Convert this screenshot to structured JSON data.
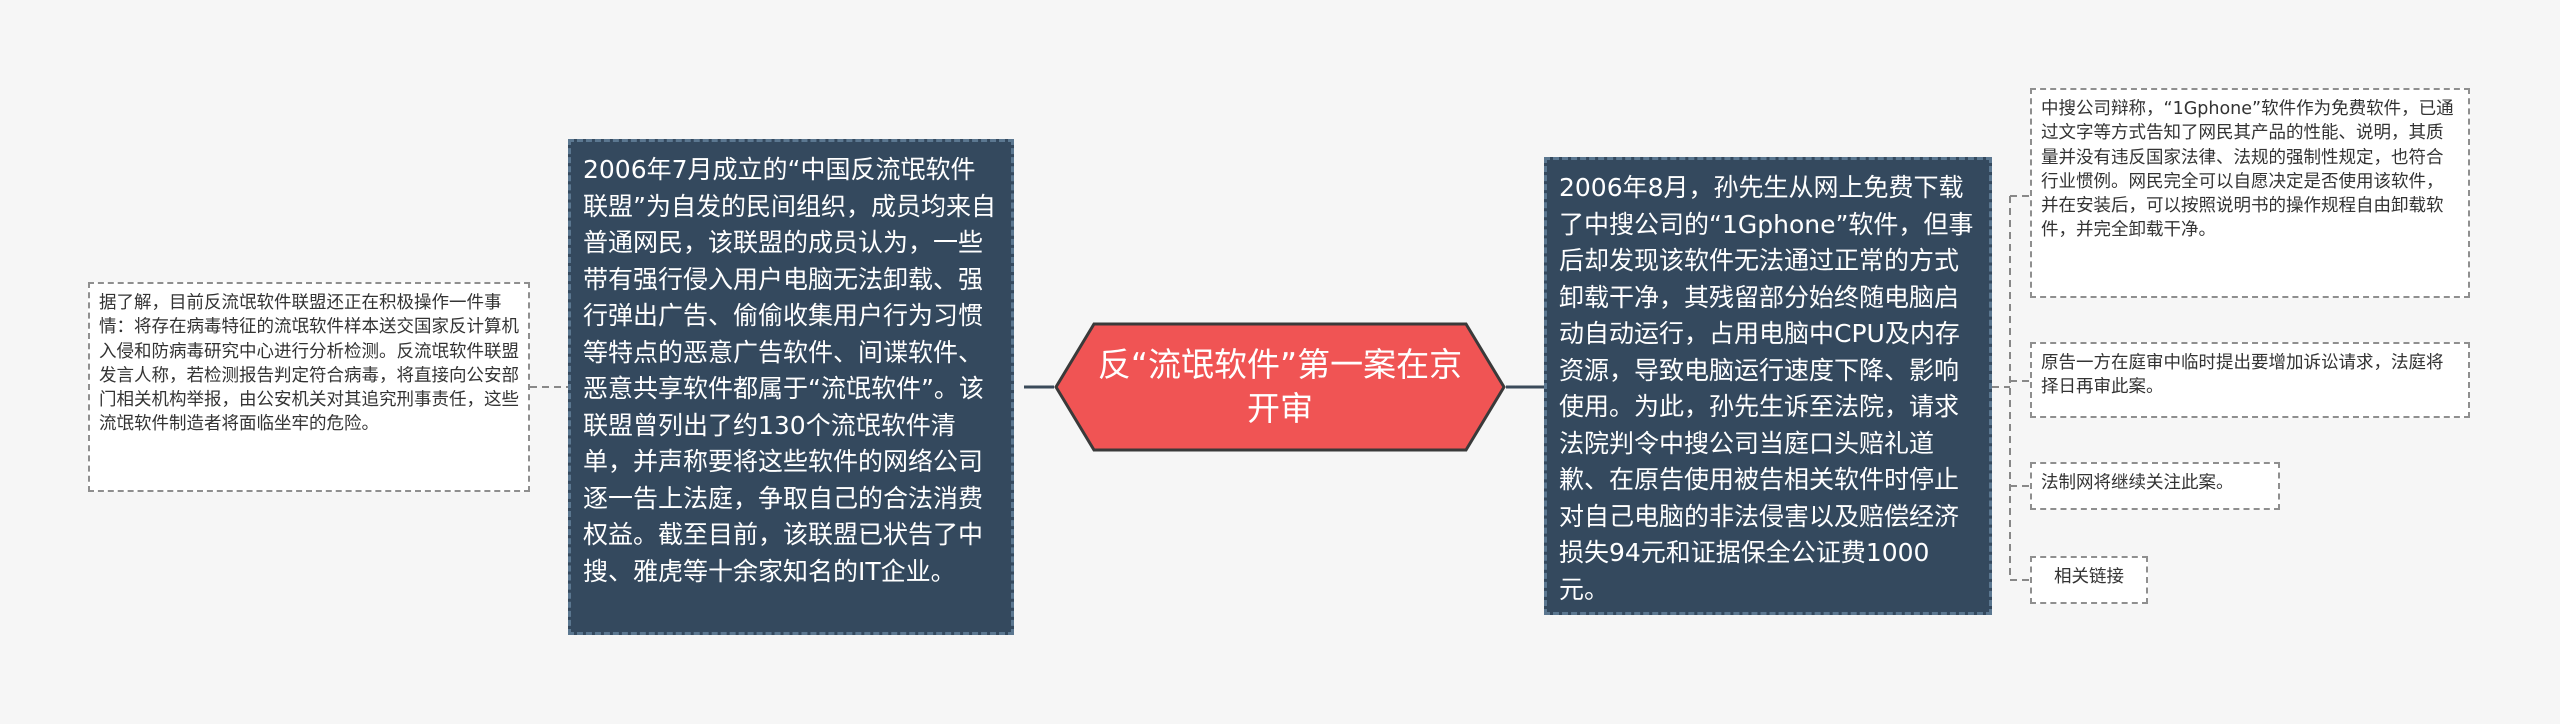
{
  "diagram": {
    "center": {
      "text": "反“流氓软件”第一案在京开审",
      "fill": "#f05454",
      "stroke": "#3a3a3a"
    },
    "left_main": {
      "text": "2006年7月成立的“中国反流氓软件联盟”为自发的民间组织，成员均来自普通网民，该联盟的成员认为，一些带有强行侵入用户电脑无法卸载、强行弹出广告、偷偷收集用户行为习惯等特点的恶意广告软件、间谍软件、恶意共享软件都属于“流氓软件”。该联盟曾列出了约130个流氓软件清单，并声称要将这些软件的网络公司逐一告上法庭，争取自己的合法消费权益。截至目前，该联盟已状告了中搜、雅虎等十余家知名的IT企业。"
    },
    "left_leaf": {
      "text": "据了解，目前反流氓软件联盟还正在积极操作一件事情：将存在病毒特征的流氓软件样本送交国家反计算机入侵和防病毒研究中心进行分析检测。反流氓软件联盟发言人称，若检测报告判定符合病毒，将直接向公安部门相关机构举报，由公安机关对其追究刑事责任，这些流氓软件制造者将面临坐牢的危险。"
    },
    "right_main": {
      "text": "2006年8月，孙先生从网上免费下载了中搜公司的“1Gphone”软件，但事后却发现该软件无法通过正常的方式卸载干净，其残留部分始终随电脑启动自动运行，占用电脑中CPU及内存资源，导致电脑运行速度下降、影响使用。为此，孙先生诉至法院，请求法院判令中搜公司当庭口头赔礼道歉、在原告使用被告相关软件时停止对自己电脑的非法侵害以及赔偿经济损失94元和证据保全公证费1000元。"
    },
    "right_leaves": [
      {
        "text": "中搜公司辩称，“1Gphone”软件作为免费软件，已通过文字等方式告知了网民其产品的性能、说明，其质量并没有违反国家法律、法规的强制性规定，也符合行业惯例。网民完全可以自愿决定是否使用该软件，并在安装后，可以按照说明书的操作规程自由卸载软件，并完全卸载干净。"
      },
      {
        "text": "原告一方在庭审中临时提出要增加诉讼请求，法庭将择日再审此案。"
      },
      {
        "text": "法制网将继续关注此案。"
      },
      {
        "text": "相关链接"
      }
    ],
    "colors": {
      "main_fill": "#34495e",
      "main_border": "#5b7790",
      "leaf_border": "#8f8f8f",
      "connector": "#3a4a5a",
      "background": "#f6f6f6"
    }
  }
}
